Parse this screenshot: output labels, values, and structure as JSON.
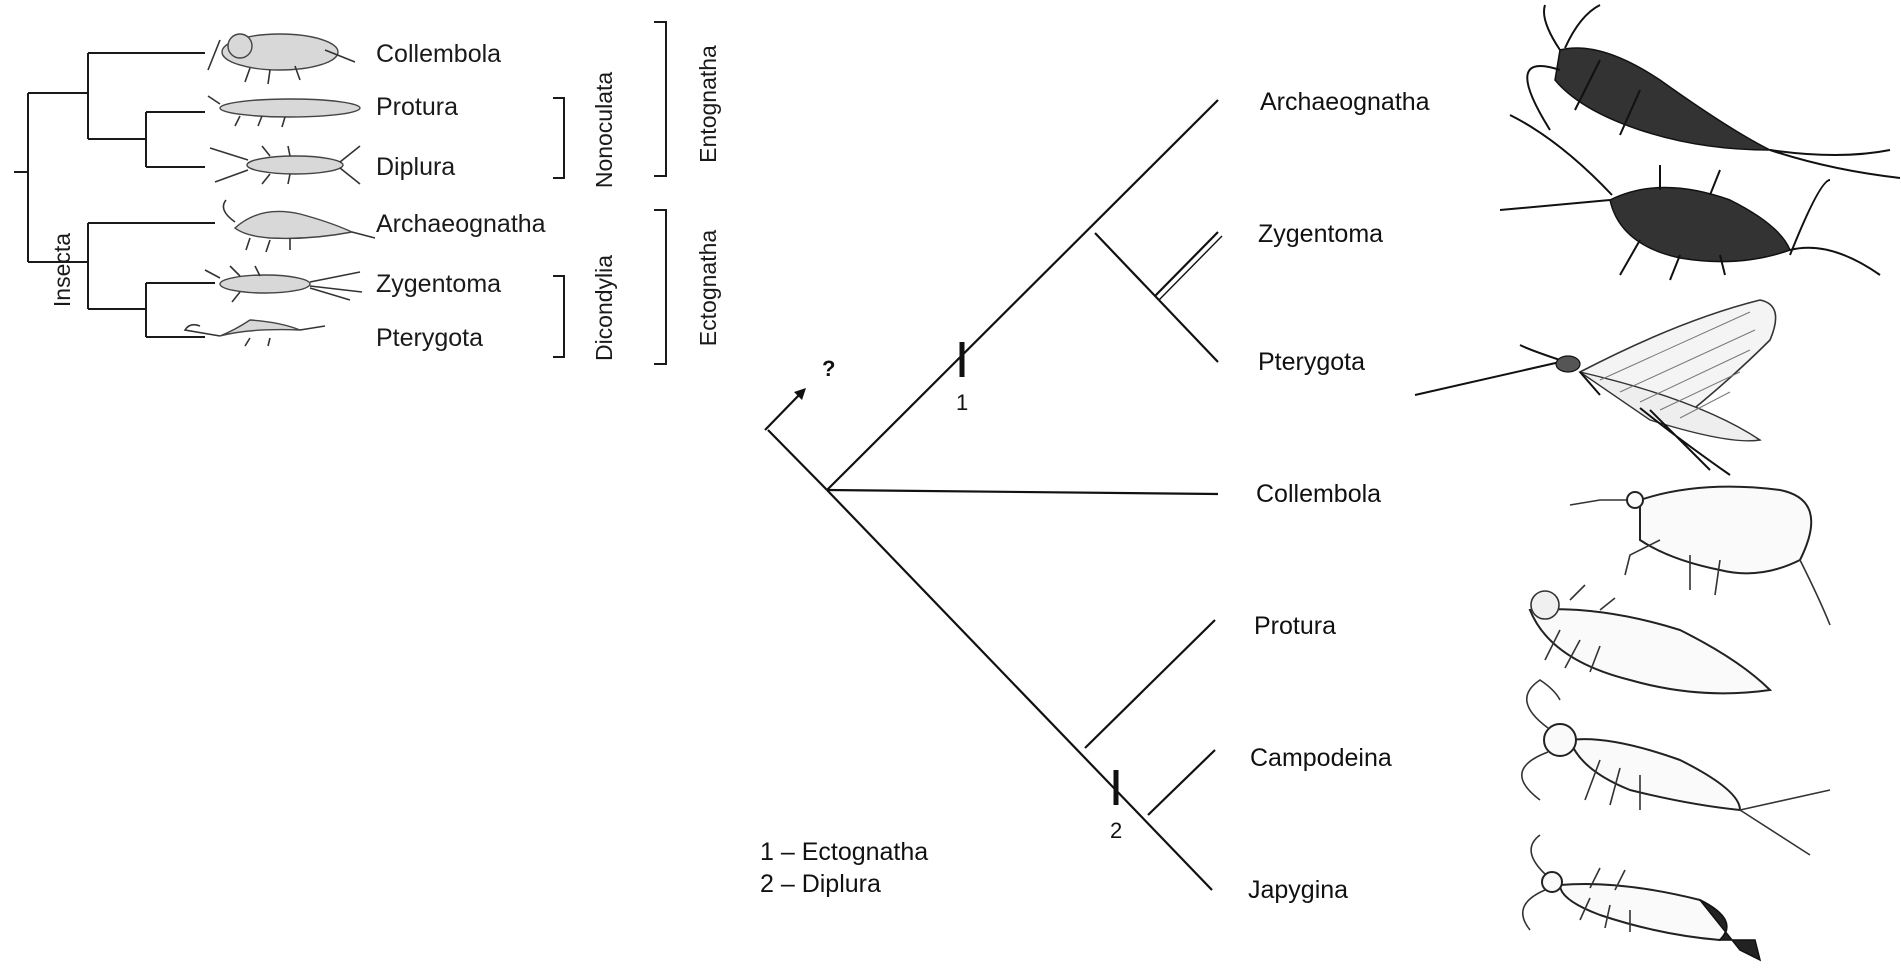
{
  "left_tree": {
    "taxa": [
      "Collembola",
      "Protura",
      "Diplura",
      "Archaeognatha",
      "Zygentoma",
      "Pterygota"
    ],
    "root_label": "Insecta",
    "groups": [
      {
        "label": "Nonoculata",
        "members": [
          "Protura",
          "Diplura"
        ]
      },
      {
        "label": "Dicondylia",
        "members": [
          "Zygentoma",
          "Pterygota"
        ]
      },
      {
        "label": "Entognatha",
        "members": [
          "Collembola",
          "Protura",
          "Diplura"
        ]
      },
      {
        "label": "Ectognatha",
        "members": [
          "Archaeognatha",
          "Zygentoma",
          "Pterygota"
        ]
      }
    ]
  },
  "right_tree": {
    "taxa": [
      "Archaeognatha",
      "Zygentoma",
      "Pterygota",
      "Collembola",
      "Protura",
      "Campodeina",
      "Japygina"
    ],
    "root_mark": "?",
    "characters": [
      "1",
      "2"
    ],
    "legend": [
      "1 – Ectognatha",
      "2 – Diplura"
    ]
  }
}
